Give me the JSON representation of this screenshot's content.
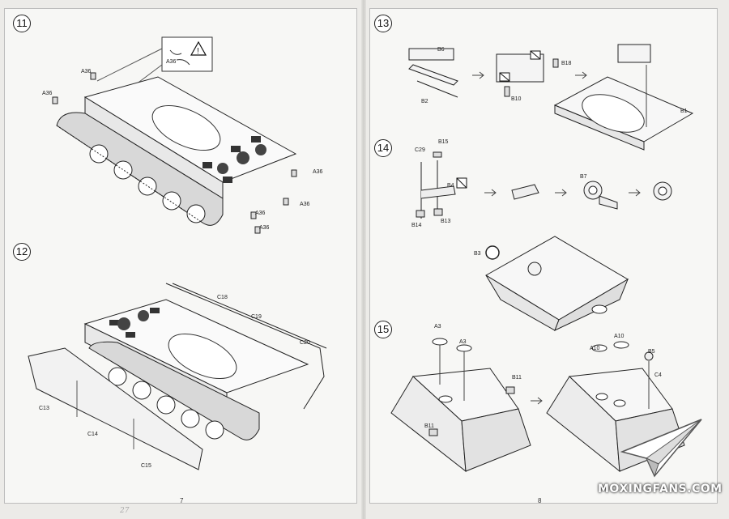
{
  "pages": {
    "left_number": "7",
    "right_number": "8",
    "pencil_mark": "27"
  },
  "steps": [
    {
      "number": "11",
      "labels": {
        "a36_1": "A36",
        "a36_2": "A36",
        "a36_3": "A36",
        "a36_4": "A36",
        "a36_5": "A36",
        "a36_6": "A36",
        "a36_7": "A36"
      }
    },
    {
      "number": "12",
      "labels": {
        "c18": "C18",
        "c19": "C19",
        "c20": "C20",
        "c13": "C13",
        "c14": "C14",
        "c15": "C15"
      }
    },
    {
      "number": "13",
      "labels": {
        "b6": "B6",
        "b2": "B2",
        "b18": "B18",
        "b10": "B10",
        "b1": "B1"
      }
    },
    {
      "number": "14",
      "labels": {
        "b15": "B15",
        "c29": "C29",
        "b4": "B4",
        "b14": "B14",
        "b13": "B13",
        "b7": "B7",
        "b3": "B3"
      }
    },
    {
      "number": "15",
      "labels": {
        "a3_1": "A3",
        "a3_2": "A3",
        "b11_1": "B11",
        "b11_2": "B11",
        "a10_1": "A10",
        "a10_2": "A10",
        "b5": "B5",
        "c4": "C4"
      }
    }
  ],
  "watermark": {
    "text": "MOXINGFANS.COM"
  },
  "icons": [
    "warning-icon",
    "prohibited-icon",
    "arrow-icon"
  ]
}
